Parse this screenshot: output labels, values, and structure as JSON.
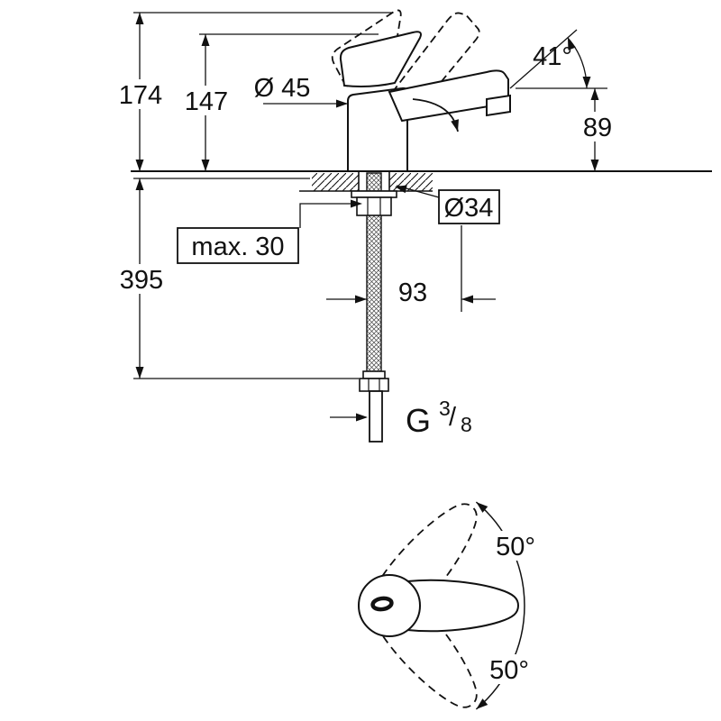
{
  "drawing": {
    "type": "faucet-dimensional-drawing",
    "line_color": "#111111",
    "background": "#ffffff"
  },
  "side_view": {
    "height_above_counter": "174",
    "height_to_lever_top": "147",
    "body_diameter": "Ø 45",
    "spout_angle": "41°",
    "spout_outlet_height": "89",
    "mounting_hole_diameter": "Ø34",
    "max_counter_thickness": "max. 30",
    "length_below_counter": "395",
    "hose_offset": "93",
    "thread_g": "G",
    "thread_numerator": "3",
    "thread_slash": "/",
    "thread_denominator": "8"
  },
  "top_view": {
    "handle_swivel_up": "50°",
    "handle_swivel_down": "50°"
  }
}
